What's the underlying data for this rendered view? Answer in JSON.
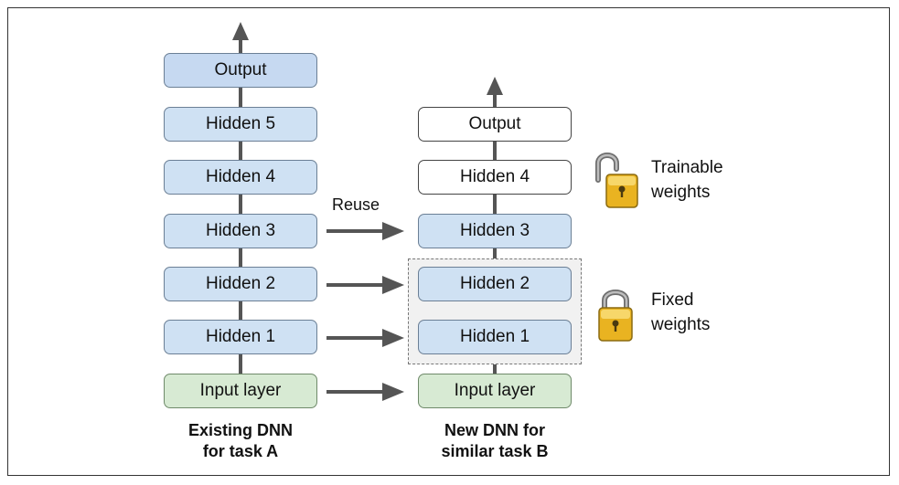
{
  "network_a": {
    "caption_line1": "Existing DNN",
    "caption_line2": "for task A",
    "layers": [
      "Output",
      "Hidden 5",
      "Hidden 4",
      "Hidden 3",
      "Hidden 2",
      "Hidden 1",
      "Input layer"
    ]
  },
  "network_b": {
    "caption_line1": "New DNN for",
    "caption_line2": "similar task B",
    "layers": [
      "Output",
      "Hidden 4",
      "Hidden 3",
      "Hidden 2",
      "Hidden 1",
      "Input layer"
    ]
  },
  "reuse_label": "Reuse",
  "trainable": {
    "line1": "Trainable",
    "line2": "weights",
    "icon": "unlocked-padlock-icon"
  },
  "fixed": {
    "line1": "Fixed",
    "line2": "weights",
    "icon": "locked-padlock-icon"
  },
  "colors": {
    "hidden": "#cfe1f3",
    "output_a": "#c6d9f1",
    "input": "#d7ead3",
    "new_layer": "#ffffff",
    "lock_gold": "#f2c12e"
  }
}
